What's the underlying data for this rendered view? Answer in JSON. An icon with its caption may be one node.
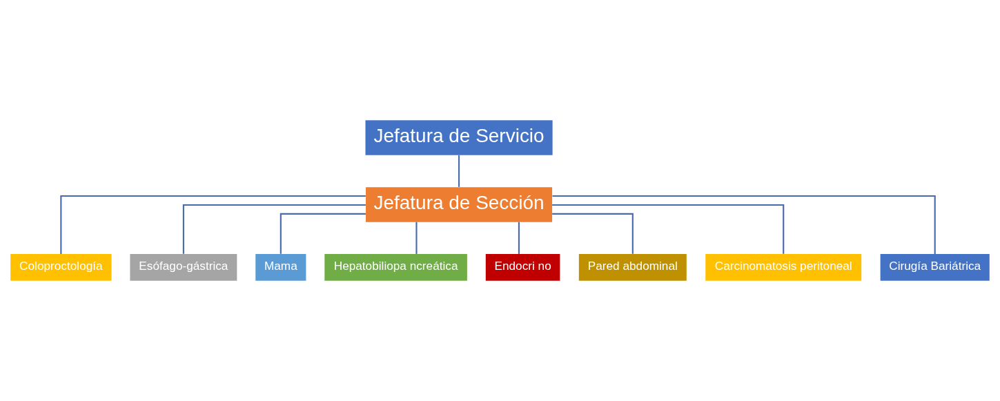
{
  "diagram": {
    "nodes": [
      {
        "text": [
          "Jefatura de Servicio"
        ]
      },
      {
        "text": [
          "Jefatura de Sección"
        ]
      },
      {
        "text": [
          "Coloproctología"
        ]
      },
      {
        "text": [
          "Esófago-gástrica"
        ]
      },
      {
        "text": [
          "Mama"
        ]
      },
      {
        "text": [
          "Hepatobiliopa ncreática"
        ]
      },
      {
        "text": [
          "Endocri no"
        ]
      },
      {
        "text": [
          "Pared abdominal"
        ]
      },
      {
        "text": [
          "Carcinomatosis peritoneal"
        ]
      },
      {
        "text": [
          "Cirugía Bariátrica"
        ]
      }
    ],
    "edges": [
      {
        "from": 0,
        "to": 1,
        "arrow": "none"
      },
      {
        "from": 1,
        "to": 2,
        "arrow": "none"
      },
      {
        "from": 1,
        "to": 3,
        "arrow": "none"
      },
      {
        "from": 1,
        "to": 4,
        "arrow": "none"
      },
      {
        "from": 1,
        "to": 5,
        "arrow": "none"
      },
      {
        "from": 1,
        "to": 6,
        "arrow": "none"
      },
      {
        "from": 1,
        "to": 7,
        "arrow": "none"
      },
      {
        "from": 1,
        "to": 8,
        "arrow": "none"
      },
      {
        "from": 1,
        "to": 9,
        "arrow": "none"
      }
    ]
  }
}
